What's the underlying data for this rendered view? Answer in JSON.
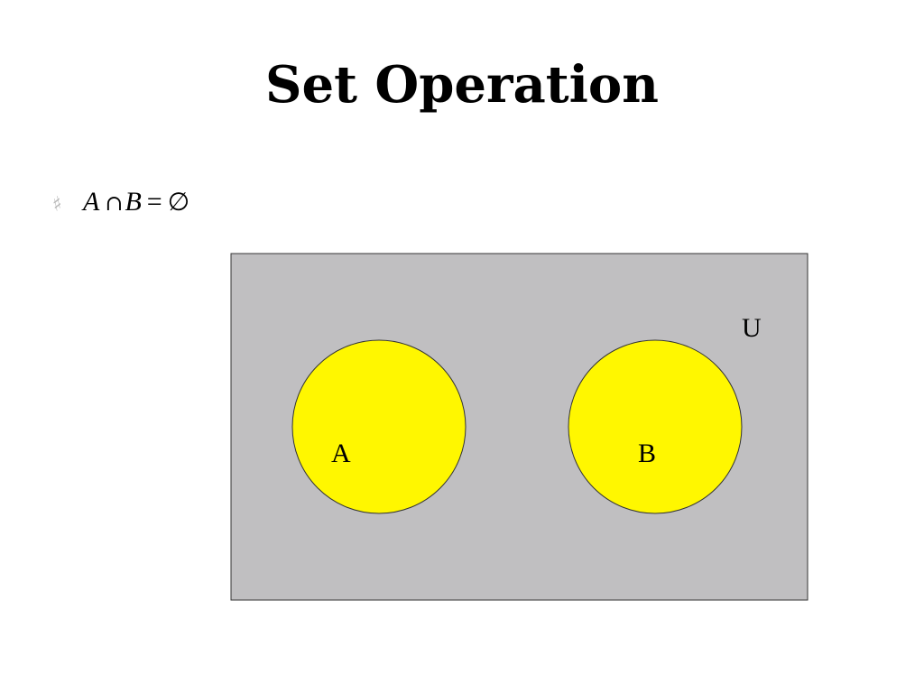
{
  "slide": {
    "title": "Set Operation"
  },
  "bullet": {
    "set_a": "A",
    "intersection_symbol": "∩",
    "set_b": "B",
    "equals": "=",
    "empty_set": "∅"
  },
  "venn": {
    "universe_label": "U",
    "set_a_label": "A",
    "set_b_label": "B",
    "universe_color": "#c0bfc1",
    "set_color": "#fff700",
    "outline_color": "#333333"
  }
}
